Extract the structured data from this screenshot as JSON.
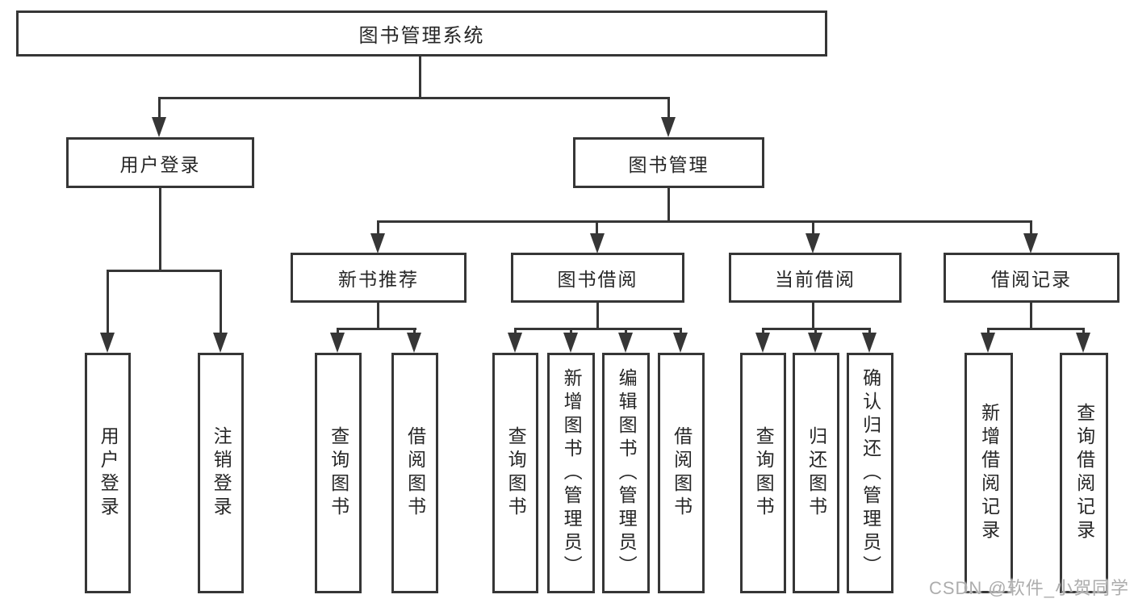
{
  "diagram": {
    "root_label": "图书管理系统",
    "branches": [
      {
        "label": "用户登录",
        "children": [
          "用户登录",
          "注销登录"
        ]
      },
      {
        "label": "图书管理",
        "groups": [
          {
            "label": "新书推荐",
            "children": [
              "查询图书",
              "借阅图书"
            ]
          },
          {
            "label": "图书借阅",
            "children": [
              "查询图书",
              "新增图书（管理员）",
              "编辑图书（管理员）",
              "借阅图书"
            ]
          },
          {
            "label": "当前借阅",
            "children": [
              "查询图书",
              "归还图书",
              "确认归还（管理员）"
            ]
          },
          {
            "label": "借阅记录",
            "children": [
              "新增借阅记录",
              "查询借阅记录"
            ]
          }
        ]
      }
    ]
  },
  "colors": {
    "line": "#363636",
    "text": "#262626",
    "watermark": "#adadad"
  },
  "watermark": "CSDN @软件_小贺同学"
}
